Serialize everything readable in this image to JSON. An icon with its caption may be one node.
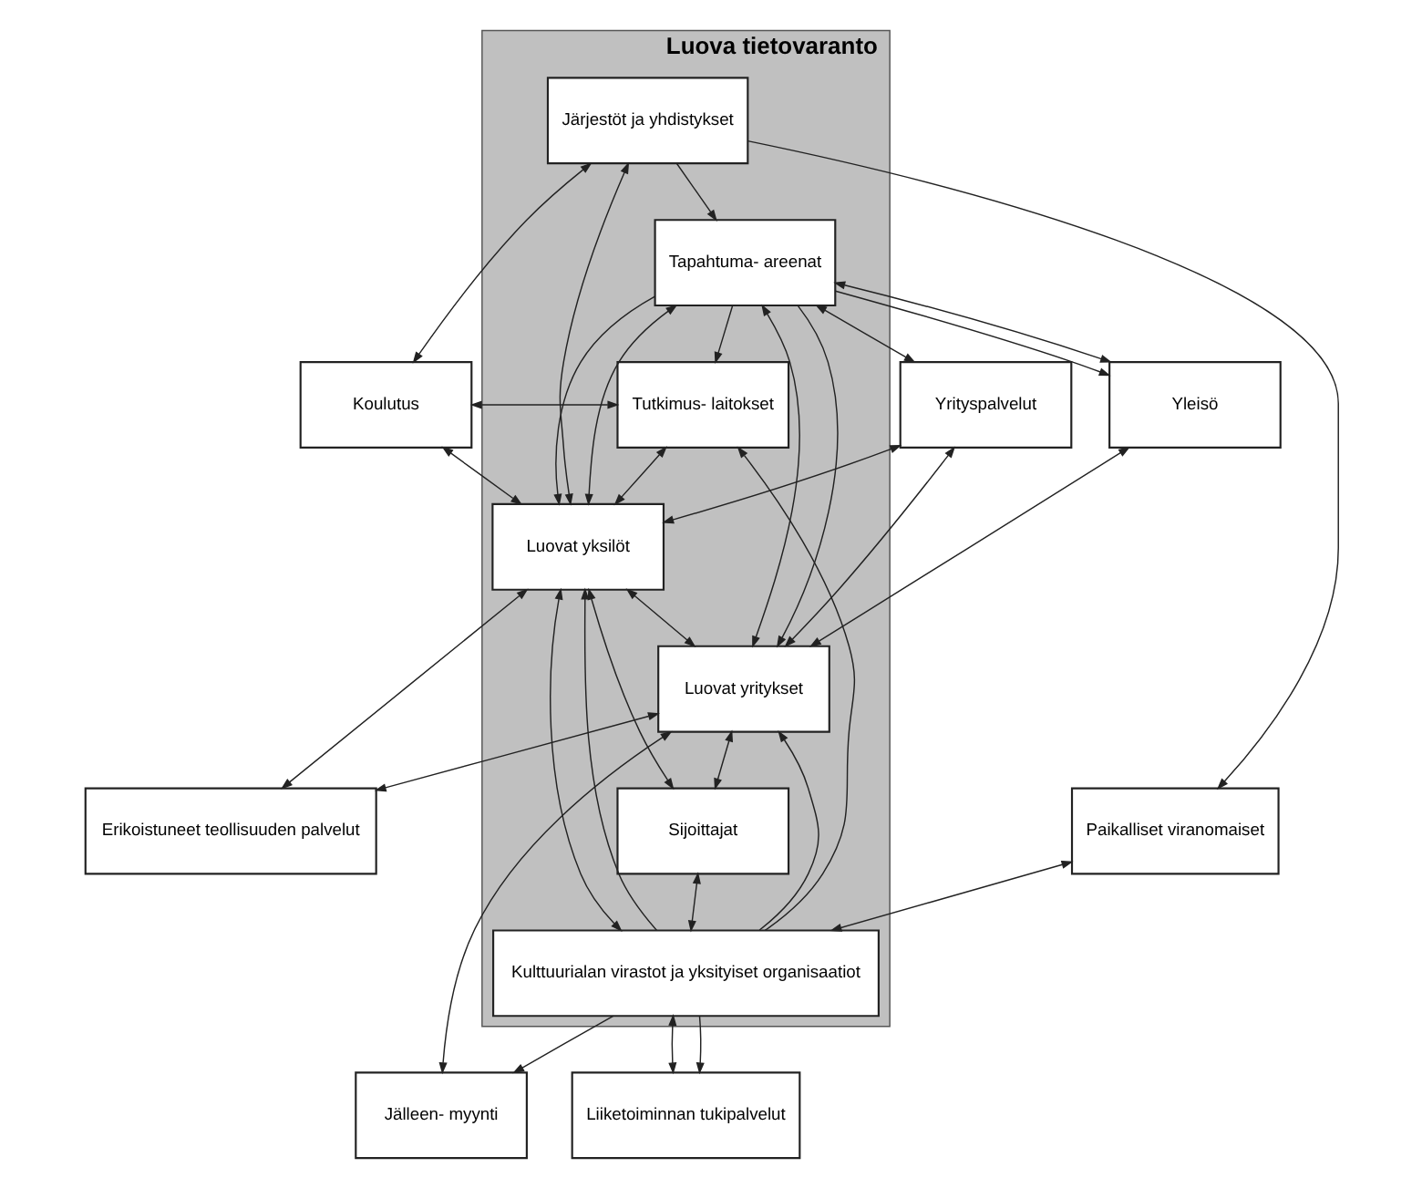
{
  "diagram": {
    "nodes": [
      {
        "text": [
          "Luova tietovaranto"
        ]
      },
      {
        "text": [
          "Yleisö"
        ]
      },
      {
        "text": [
          "Tutkimus- laitokset"
        ],
        "in": 0
      },
      {
        "text": [
          "Tapahtuma- areenat"
        ],
        "in": 0
      },
      {
        "text": [
          "Koulutus"
        ]
      },
      {
        "text": [
          "Yrityspalvelut"
        ]
      },
      {
        "text": [
          "Järjestöt ja yhdistykset"
        ],
        "in": 0
      },
      {
        "text": [
          "Luovat yksilöt"
        ],
        "in": 0
      },
      {
        "text": [
          "Luovat yritykset"
        ],
        "in": 0
      },
      {
        "text": [
          "Paikalliset viranomaiset"
        ]
      },
      {
        "text": [
          "Sijoittajat"
        ],
        "in": 0
      },
      {
        "text": [
          "Kulttuurialan virastot ja yksityiset organisaatiot"
        ],
        "in": 0
      },
      {
        "text": [
          "Erikoistuneet teollisuuden palvelut"
        ]
      },
      {
        "text": [
          "Liiketoiminnan tukipalvelut"
        ]
      },
      {
        "text": [
          "Jälleen- myynti"
        ]
      }
    ],
    "edges": [
      {
        "from": 3,
        "to": 1,
        "arrow": "to"
      },
      {
        "from": 1,
        "to": 3,
        "arrow": "both"
      },
      {
        "from": 1,
        "to": 8,
        "arrow": "both"
      },
      {
        "from": 2,
        "to": 4,
        "arrow": "both"
      },
      {
        "from": 3,
        "to": 2,
        "arrow": "to"
      },
      {
        "from": 2,
        "to": 7,
        "arrow": "both"
      },
      {
        "from": 11,
        "to": 2,
        "arrow": "to"
      },
      {
        "from": 4,
        "to": 7,
        "arrow": "both"
      },
      {
        "from": 4,
        "to": 6,
        "arrow": "both"
      },
      {
        "from": 6,
        "to": 3,
        "arrow": "to"
      },
      {
        "from": 3,
        "to": 5,
        "arrow": "both"
      },
      {
        "from": 3,
        "to": 7,
        "arrow": "to"
      },
      {
        "from": 3,
        "to": 7,
        "arrow": "both"
      },
      {
        "from": 3,
        "to": 8,
        "arrow": "both"
      },
      {
        "from": 3,
        "to": 8,
        "arrow": "to"
      },
      {
        "from": 5,
        "to": 7,
        "arrow": "both"
      },
      {
        "from": 5,
        "to": 8,
        "arrow": "both"
      },
      {
        "from": 6,
        "to": 7,
        "arrow": "both"
      },
      {
        "from": 7,
        "to": 8,
        "arrow": "both"
      },
      {
        "from": 6,
        "to": 9,
        "arrow": "to"
      },
      {
        "from": 7,
        "to": 10,
        "arrow": "both"
      },
      {
        "from": 8,
        "to": 10,
        "arrow": "both"
      },
      {
        "from": 7,
        "to": 11,
        "arrow": "both"
      },
      {
        "from": 11,
        "to": 7,
        "arrow": "to"
      },
      {
        "from": 7,
        "to": 12,
        "arrow": "both"
      },
      {
        "from": 10,
        "to": 11,
        "arrow": "both"
      },
      {
        "from": 9,
        "to": 11,
        "arrow": "both"
      },
      {
        "from": 11,
        "to": 13,
        "arrow": "both"
      },
      {
        "from": 11,
        "to": 8,
        "arrow": "to"
      },
      {
        "from": 11,
        "to": 14,
        "arrow": "to"
      },
      {
        "from": 8,
        "to": 14,
        "arrow": "both"
      },
      {
        "from": 8,
        "to": 12,
        "arrow": "both"
      },
      {
        "from": 11,
        "to": 13,
        "arrow": "to"
      }
    ]
  }
}
